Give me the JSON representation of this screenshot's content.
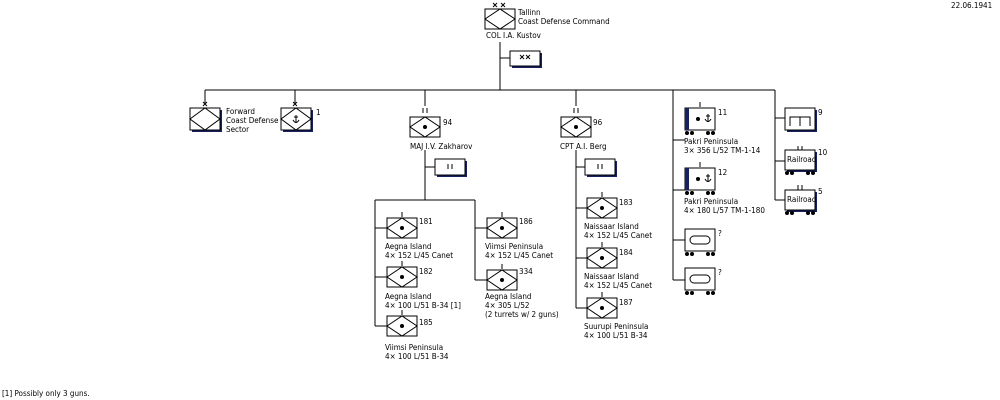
{
  "date": "22.06.1941",
  "footnote": "[1] Possibly only 3 guns.",
  "hq": {
    "title": "Tallinn\nCoast Defense Command",
    "commander": "COL I.A. Kustov"
  },
  "units": {
    "fwd": {
      "text": "Forward\nCoast Defense\nSector"
    },
    "u1": {
      "num": "1"
    },
    "u94": {
      "num": "94",
      "commander": "MAJ I.V. Zakharov"
    },
    "u96": {
      "num": "96",
      "commander": "CPT A.I. Berg"
    },
    "u181": {
      "num": "181",
      "text": "Aegna Island\n4× 152 L/45 Canet"
    },
    "u182": {
      "num": "182",
      "text": "Aegna Island\n4× 100 L/51 B-34 [1]"
    },
    "u185": {
      "num": "185",
      "text": "Viimsi Peninsula\n4× 100 L/51 B-34"
    },
    "u186": {
      "num": "186",
      "text": "Viimsi Peninsula\n4× 152 L/45 Canet"
    },
    "u334": {
      "num": "334",
      "text": "Aegna Island\n4× 305 L/52\n(2 turrets w/ 2 guns)"
    },
    "u183": {
      "num": "183",
      "text": "Naissaar Island\n4× 152 L/45 Canet"
    },
    "u184": {
      "num": "184",
      "text": "Naissaar Island\n4× 152 L/45 Canet"
    },
    "u187": {
      "num": "187",
      "text": "Suurupi Peninsula\n4× 100 L/51 B-34"
    },
    "u11": {
      "num": "11",
      "text": "Pakri Peninsula\n3× 356 L/52 TM-1-14"
    },
    "u12": {
      "num": "12",
      "text": "Pakri Peninsula\n4× 180 L/57 TM-1-180"
    },
    "uq1": {
      "num": "?"
    },
    "uq2": {
      "num": "?"
    },
    "u9": {
      "num": "9"
    },
    "u10": {
      "num": "10",
      "text": "Railroad"
    },
    "u5": {
      "num": "5",
      "text": "Railroad"
    }
  },
  "icons": {
    "engineer": "bridge-icon",
    "anchor": "anchor-icon",
    "railroad": "rail-wheels-icon"
  },
  "colors": {
    "line": "#000000",
    "frame": "#182060",
    "background": "#ffffff"
  }
}
